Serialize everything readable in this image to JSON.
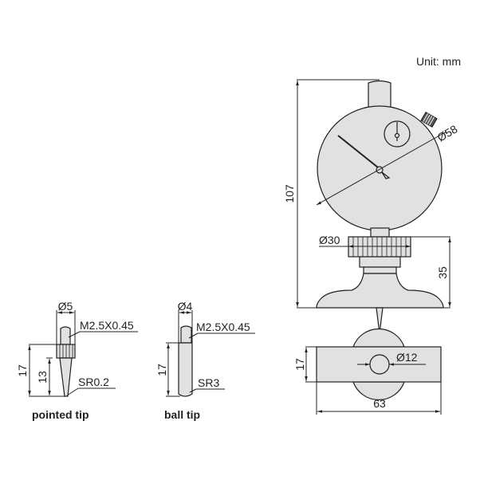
{
  "unit_label": "Unit: mm",
  "gauge": {
    "height_dim": "107",
    "dial_dia": "Ø58",
    "knob_dia": "Ø30",
    "base_height": "35",
    "base_thickness": "17",
    "hole_dia": "Ø12",
    "base_length": "63"
  },
  "pointed_tip": {
    "caption": "pointed tip",
    "dia": "Ø5",
    "thread": "M2.5X0.45",
    "length": "17",
    "taper_length": "13",
    "radius": "SR0.2"
  },
  "ball_tip": {
    "caption": "ball tip",
    "dia": "Ø4",
    "thread": "M2.5X0.45",
    "length": "17",
    "radius": "SR3"
  },
  "colors": {
    "fill": "#e1e1e1",
    "stroke": "#231f20"
  }
}
